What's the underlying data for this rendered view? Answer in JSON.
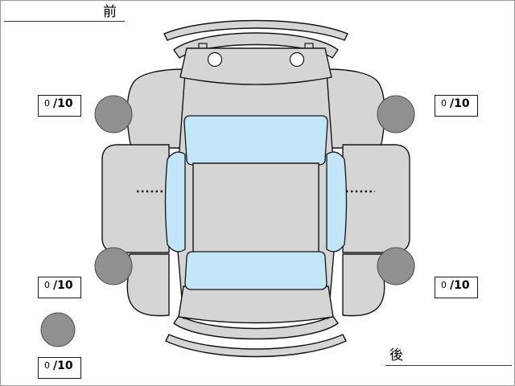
{
  "frame": {
    "border_color": "#9b9b9b",
    "background": "#ffffff"
  },
  "labels": {
    "front": "前",
    "rear": "後"
  },
  "scores": {
    "front_left": {
      "value": "0",
      "max": "/10"
    },
    "front_right": {
      "value": "0",
      "max": "/10"
    },
    "rear_left": {
      "value": "0",
      "max": "/10"
    },
    "rear_right": {
      "value": "0",
      "max": "/10"
    },
    "spare": {
      "value": "0",
      "max": "/10"
    }
  },
  "diagram": {
    "type": "car-exploded-top-view",
    "body_color": "#d5d5d5",
    "glass_color": "#c2e5f8",
    "tire_color": "#8e9092",
    "detail_color": "#ffffff",
    "outline_color": "#141414"
  }
}
